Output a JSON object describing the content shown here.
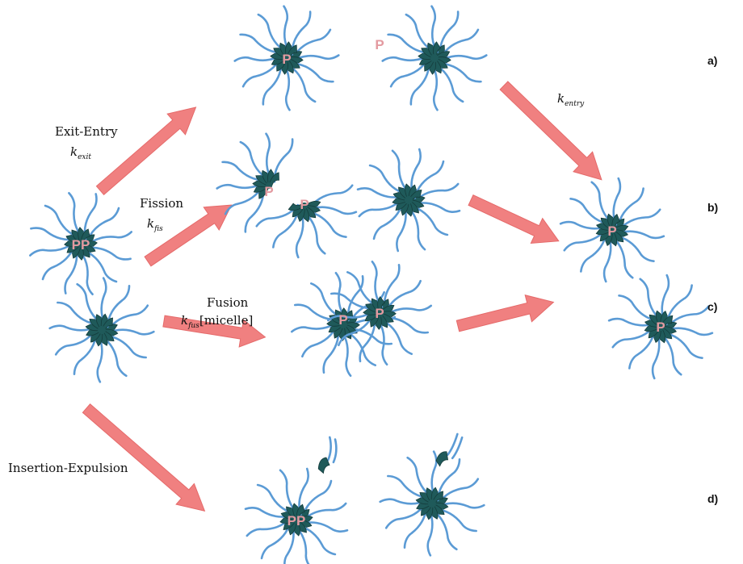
{
  "colors": {
    "tail": "#5b9bd5",
    "head": "#1f5a5a",
    "head_stroke": "#143c3c",
    "arrow": "#f08080",
    "arrow_stroke": "#e56a6a",
    "p_letter": "#e39aa0"
  },
  "labels": {
    "exit_entry": "Exit-Entry",
    "k_exit": {
      "k": "k",
      "sub": "exit"
    },
    "k_entry": {
      "k": "k",
      "sub": "entry"
    },
    "fission": "Fission",
    "k_fis": {
      "k": "k",
      "sub": "fis"
    },
    "fusion": "Fusion",
    "k_fus": {
      "k": "k",
      "sub": "fus",
      "rest": "[micelle]"
    },
    "insertion_expulsion": "Insertion-Expulsion"
  },
  "panels": [
    "a)",
    "b)",
    "c)",
    "d)"
  ],
  "probe_letter": "P",
  "micelles": [
    {
      "name": "micelle-start-pp",
      "letters": "PP"
    },
    {
      "name": "micelle-start-empty",
      "letters": ""
    },
    {
      "name": "micelle-a-with-p",
      "letters": "P"
    },
    {
      "name": "micelle-a-empty",
      "letters": ""
    },
    {
      "name": "micelle-b-frag-1",
      "letters": "P"
    },
    {
      "name": "micelle-b-frag-2",
      "letters": "P"
    },
    {
      "name": "micelle-b-empty",
      "letters": ""
    },
    {
      "name": "micelle-result-b",
      "letters": "P"
    },
    {
      "name": "micelle-c-fused-1",
      "letters": "P"
    },
    {
      "name": "micelle-c-fused-2",
      "letters": "P"
    },
    {
      "name": "micelle-result-c",
      "letters": "P"
    },
    {
      "name": "micelle-d-pp",
      "letters": "PP"
    },
    {
      "name": "micelle-d-empty",
      "letters": ""
    }
  ],
  "free_probe": "P"
}
